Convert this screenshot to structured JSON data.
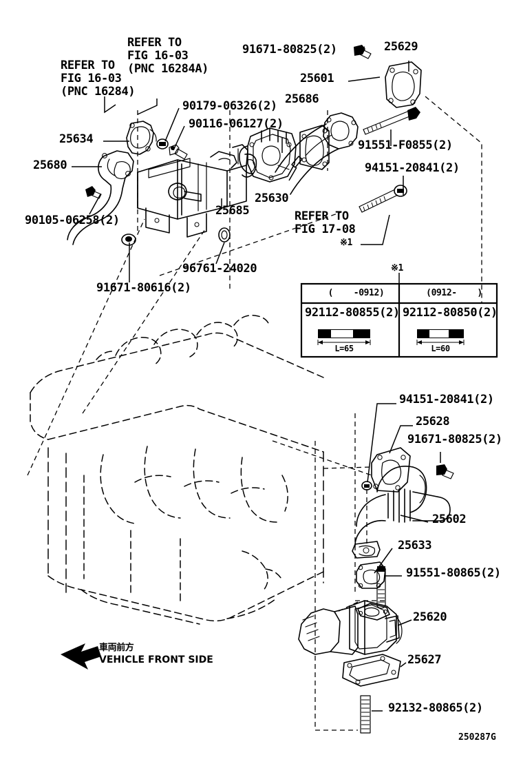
{
  "diagram": {
    "id_code": "250287G",
    "front_marker": {
      "jp": "車両前方",
      "en": "VEHICLE FRONT SIDE",
      "icon": "arrow-left-icon"
    }
  },
  "refer_notes": [
    {
      "id": "refer-16-03-pnc16284",
      "line1": "REFER TO",
      "line2": "FIG 16-03",
      "line3": "(PNC 16284)"
    },
    {
      "id": "refer-16-03-pnc16284a",
      "line1": "REFER TO",
      "line2": "FIG 16-03",
      "line3": "(PNC 16284A)"
    },
    {
      "id": "refer-17-08",
      "line1": "REFER TO",
      "line2": "FIG 17-08",
      "line3": ""
    }
  ],
  "callouts": [
    {
      "id": "c-91671-80825-top",
      "text": "91671-80825(2)"
    },
    {
      "id": "c-25629",
      "text": "25629"
    },
    {
      "id": "c-25601",
      "text": "25601"
    },
    {
      "id": "c-25686",
      "text": "25686"
    },
    {
      "id": "c-90179-06326",
      "text": "90179-06326(2)"
    },
    {
      "id": "c-90116-06127",
      "text": "90116-06127(2)"
    },
    {
      "id": "c-25634",
      "text": "25634"
    },
    {
      "id": "c-25680",
      "text": "25680"
    },
    {
      "id": "c-91551-F0855",
      "text": "91551-F0855(2)"
    },
    {
      "id": "c-94151-20841-top",
      "text": "94151-20841(2)"
    },
    {
      "id": "c-90105-06258",
      "text": "90105-06258(2)"
    },
    {
      "id": "c-25685",
      "text": "25685"
    },
    {
      "id": "c-25630",
      "text": "25630"
    },
    {
      "id": "c-96761-24020",
      "text": "96761-24020"
    },
    {
      "id": "c-91671-80616",
      "text": "91671-80616(2)"
    },
    {
      "id": "c-94151-20841-mid",
      "text": "94151-20841(2)"
    },
    {
      "id": "c-25628",
      "text": "25628"
    },
    {
      "id": "c-91671-80825-mid",
      "text": "91671-80825(2)"
    },
    {
      "id": "c-25602",
      "text": "25602"
    },
    {
      "id": "c-25633",
      "text": "25633"
    },
    {
      "id": "c-91551-80865",
      "text": "91551-80865(2)"
    },
    {
      "id": "c-25620",
      "text": "25620"
    },
    {
      "id": "c-25627",
      "text": "25627"
    },
    {
      "id": "c-92132-80865",
      "text": "92132-80865(2)"
    }
  ],
  "star_markers": [
    {
      "id": "star-near-bolt",
      "text": "※1"
    },
    {
      "id": "star-above-table",
      "text": "※1"
    }
  ],
  "variant_table": {
    "columns": [
      {
        "header": "(    -0912)",
        "part_no": "92112-80855(2)",
        "length_label": "L=65"
      },
      {
        "header": "(0912-    )",
        "part_no": "92112-80850(2)",
        "length_label": "L=60"
      }
    ]
  }
}
